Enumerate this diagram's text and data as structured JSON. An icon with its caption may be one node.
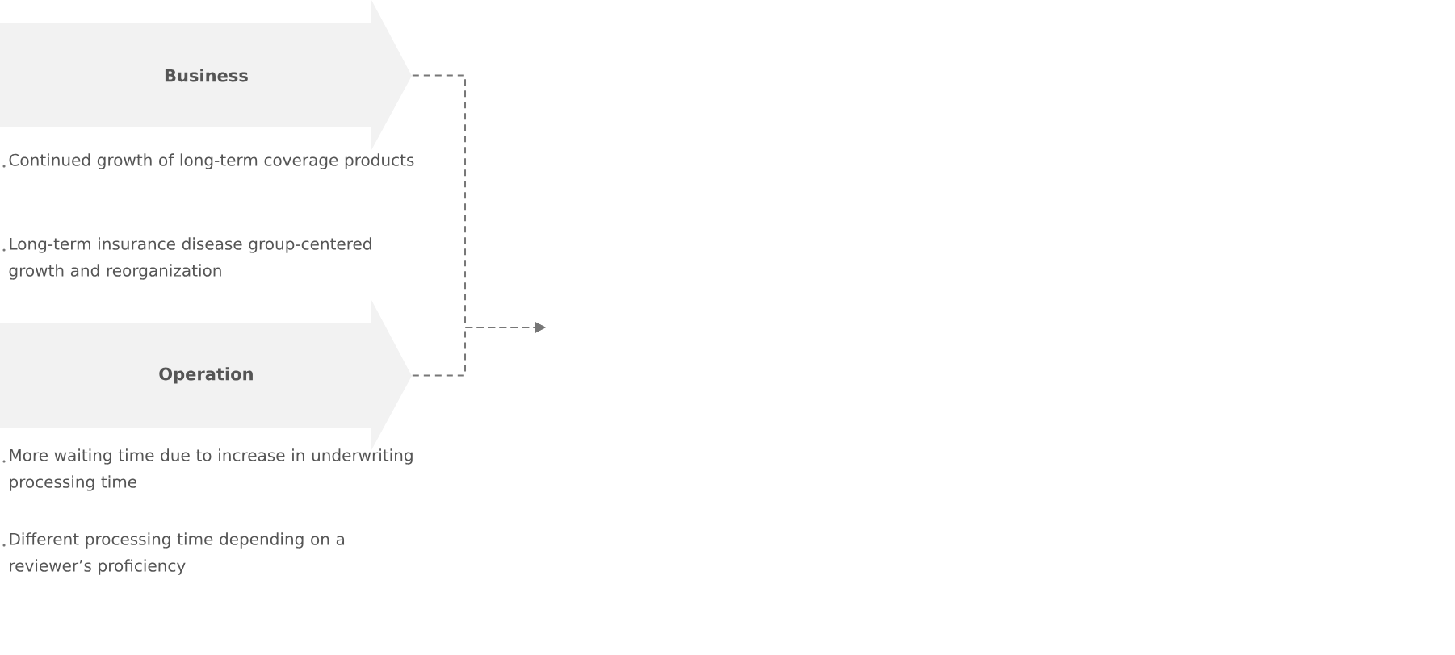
{
  "diagram": {
    "nodes": [
      {
        "text": [
          "Business"
        ]
      },
      {
        "text": [
          "Operation"
        ]
      }
    ],
    "edges": [
      {
        "from": 0,
        "to": null,
        "arrow": "to",
        "style": "dashed"
      },
      {
        "from": 1,
        "to": null,
        "arrow": "to",
        "style": "dashed"
      }
    ],
    "labels": [
      "Continued growth of long-term coverage products",
      "Long-term insurance disease group-centered growth and reorganization",
      "More waiting time due to increase in underwriting processing time",
      "Different processing time depending on a reviewer’s proficiency"
    ]
  }
}
